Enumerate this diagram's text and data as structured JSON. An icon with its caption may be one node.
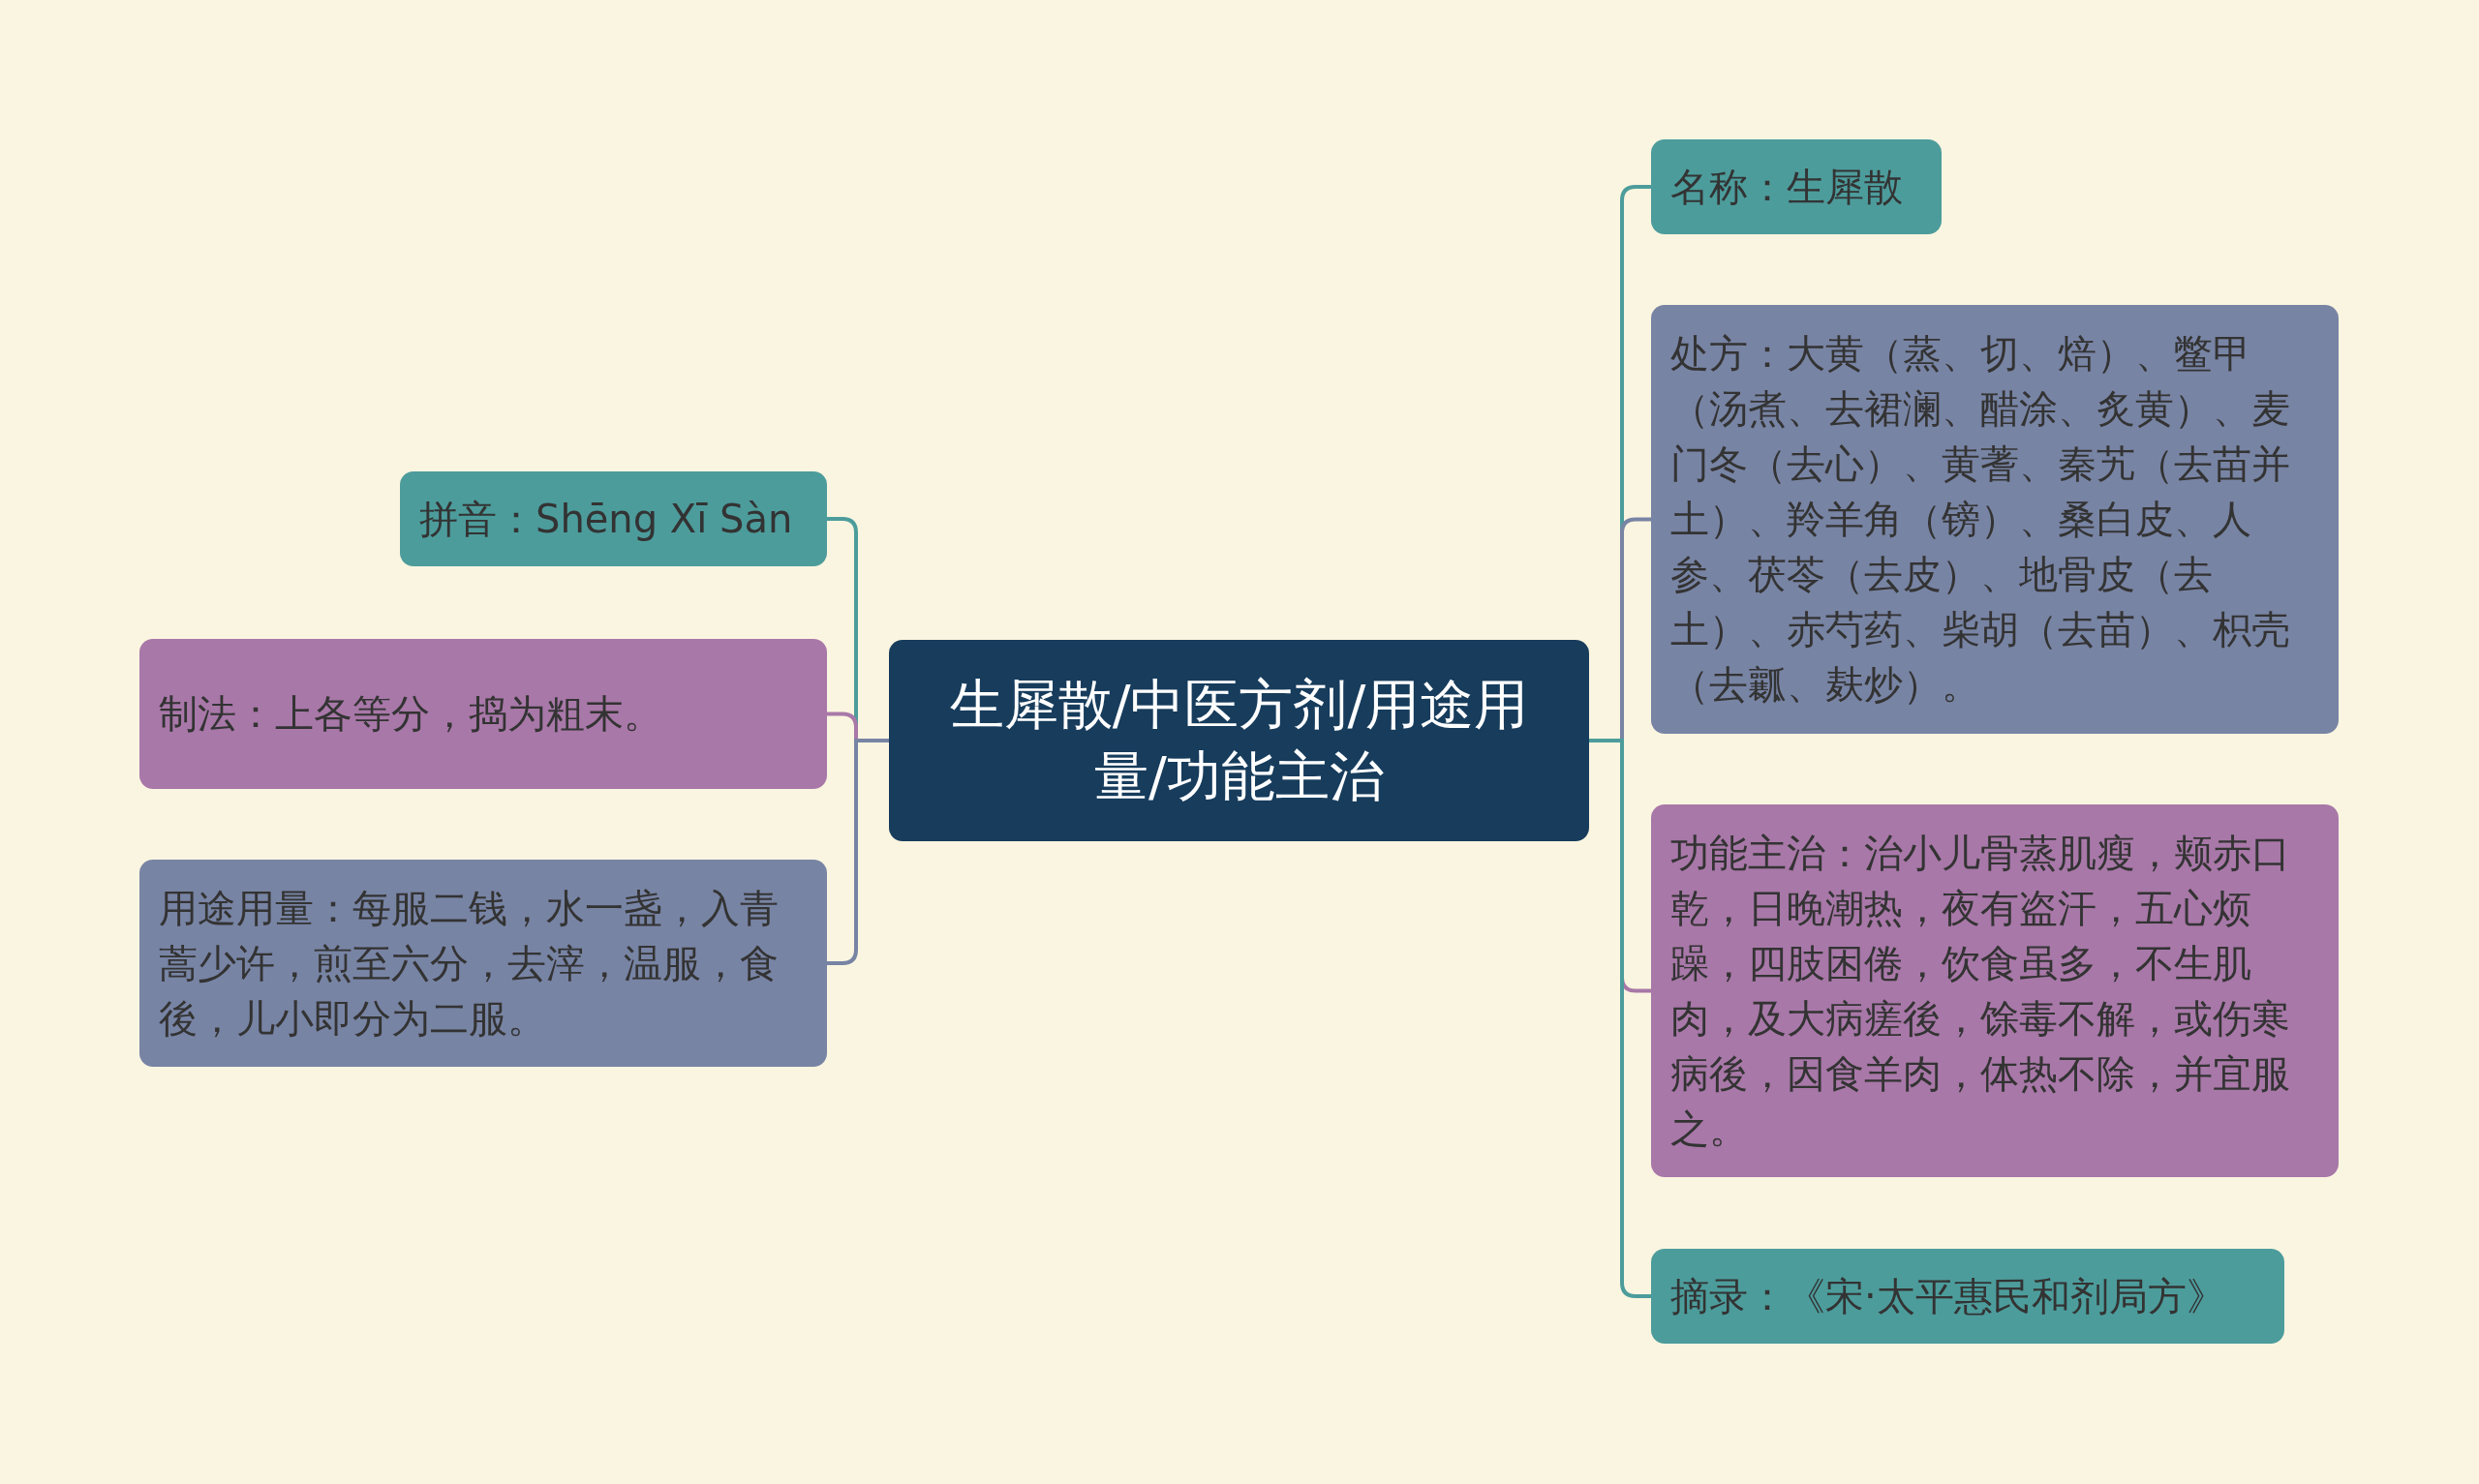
{
  "diagram": {
    "nodes": [
      {
        "text": [
          "生犀散/中医方剂/用途用量/功能主治"
        ]
      },
      {
        "text": [
          "拼音：Shēng Xī Sàn"
        ]
      },
      {
        "text": [
          "制法：上各等分，捣为粗末。"
        ]
      },
      {
        "text": [
          "用途用量：每服二钱，水一盏，入青蒿少许，煎至六分，去滓，温服，食後，儿小即分为二服。"
        ]
      },
      {
        "text": [
          "名称：生犀散"
        ]
      },
      {
        "text": [
          "处方：大黄（蒸、切、焙）、鳖甲（汤煮、去裙澜、醋涂、炙黄）、麦门冬（去心）、黄蓍、秦艽（去苗并土）、羚羊角（镑）、桑白皮、人参、茯苓（去皮）、地骨皮（去土）、赤芍药、柴胡（去苗）、枳壳（去瓤、麸炒）。"
        ]
      },
      {
        "text": [
          "功能主治：治小儿骨蒸肌瘦，颊赤口乾，日晚潮热，夜有盗汗，五心烦躁，四肢困倦，饮食虽多，不生肌肉，及大病瘥後，馀毒不解，或伤寒病後，因食羊肉，体热不除，并宜服之。"
        ]
      },
      {
        "text": [
          "摘录：《宋·太平惠民和剂局方》"
        ]
      }
    ],
    "edges": [
      {
        "from": 0,
        "to": 1,
        "arrow": "none"
      },
      {
        "from": 0,
        "to": 2,
        "arrow": "none",
        "color": "#a878a8"
      },
      {
        "from": 0,
        "to": 3,
        "arrow": "none",
        "color": "#7884a4"
      },
      {
        "from": 0,
        "to": 4,
        "arrow": "none"
      },
      {
        "from": 0,
        "to": 5,
        "arrow": "none",
        "color": "#7884a4"
      },
      {
        "from": 0,
        "to": 6,
        "arrow": "none",
        "color": "#a878a8"
      },
      {
        "from": 0,
        "to": 7,
        "arrow": "none"
      }
    ]
  }
}
